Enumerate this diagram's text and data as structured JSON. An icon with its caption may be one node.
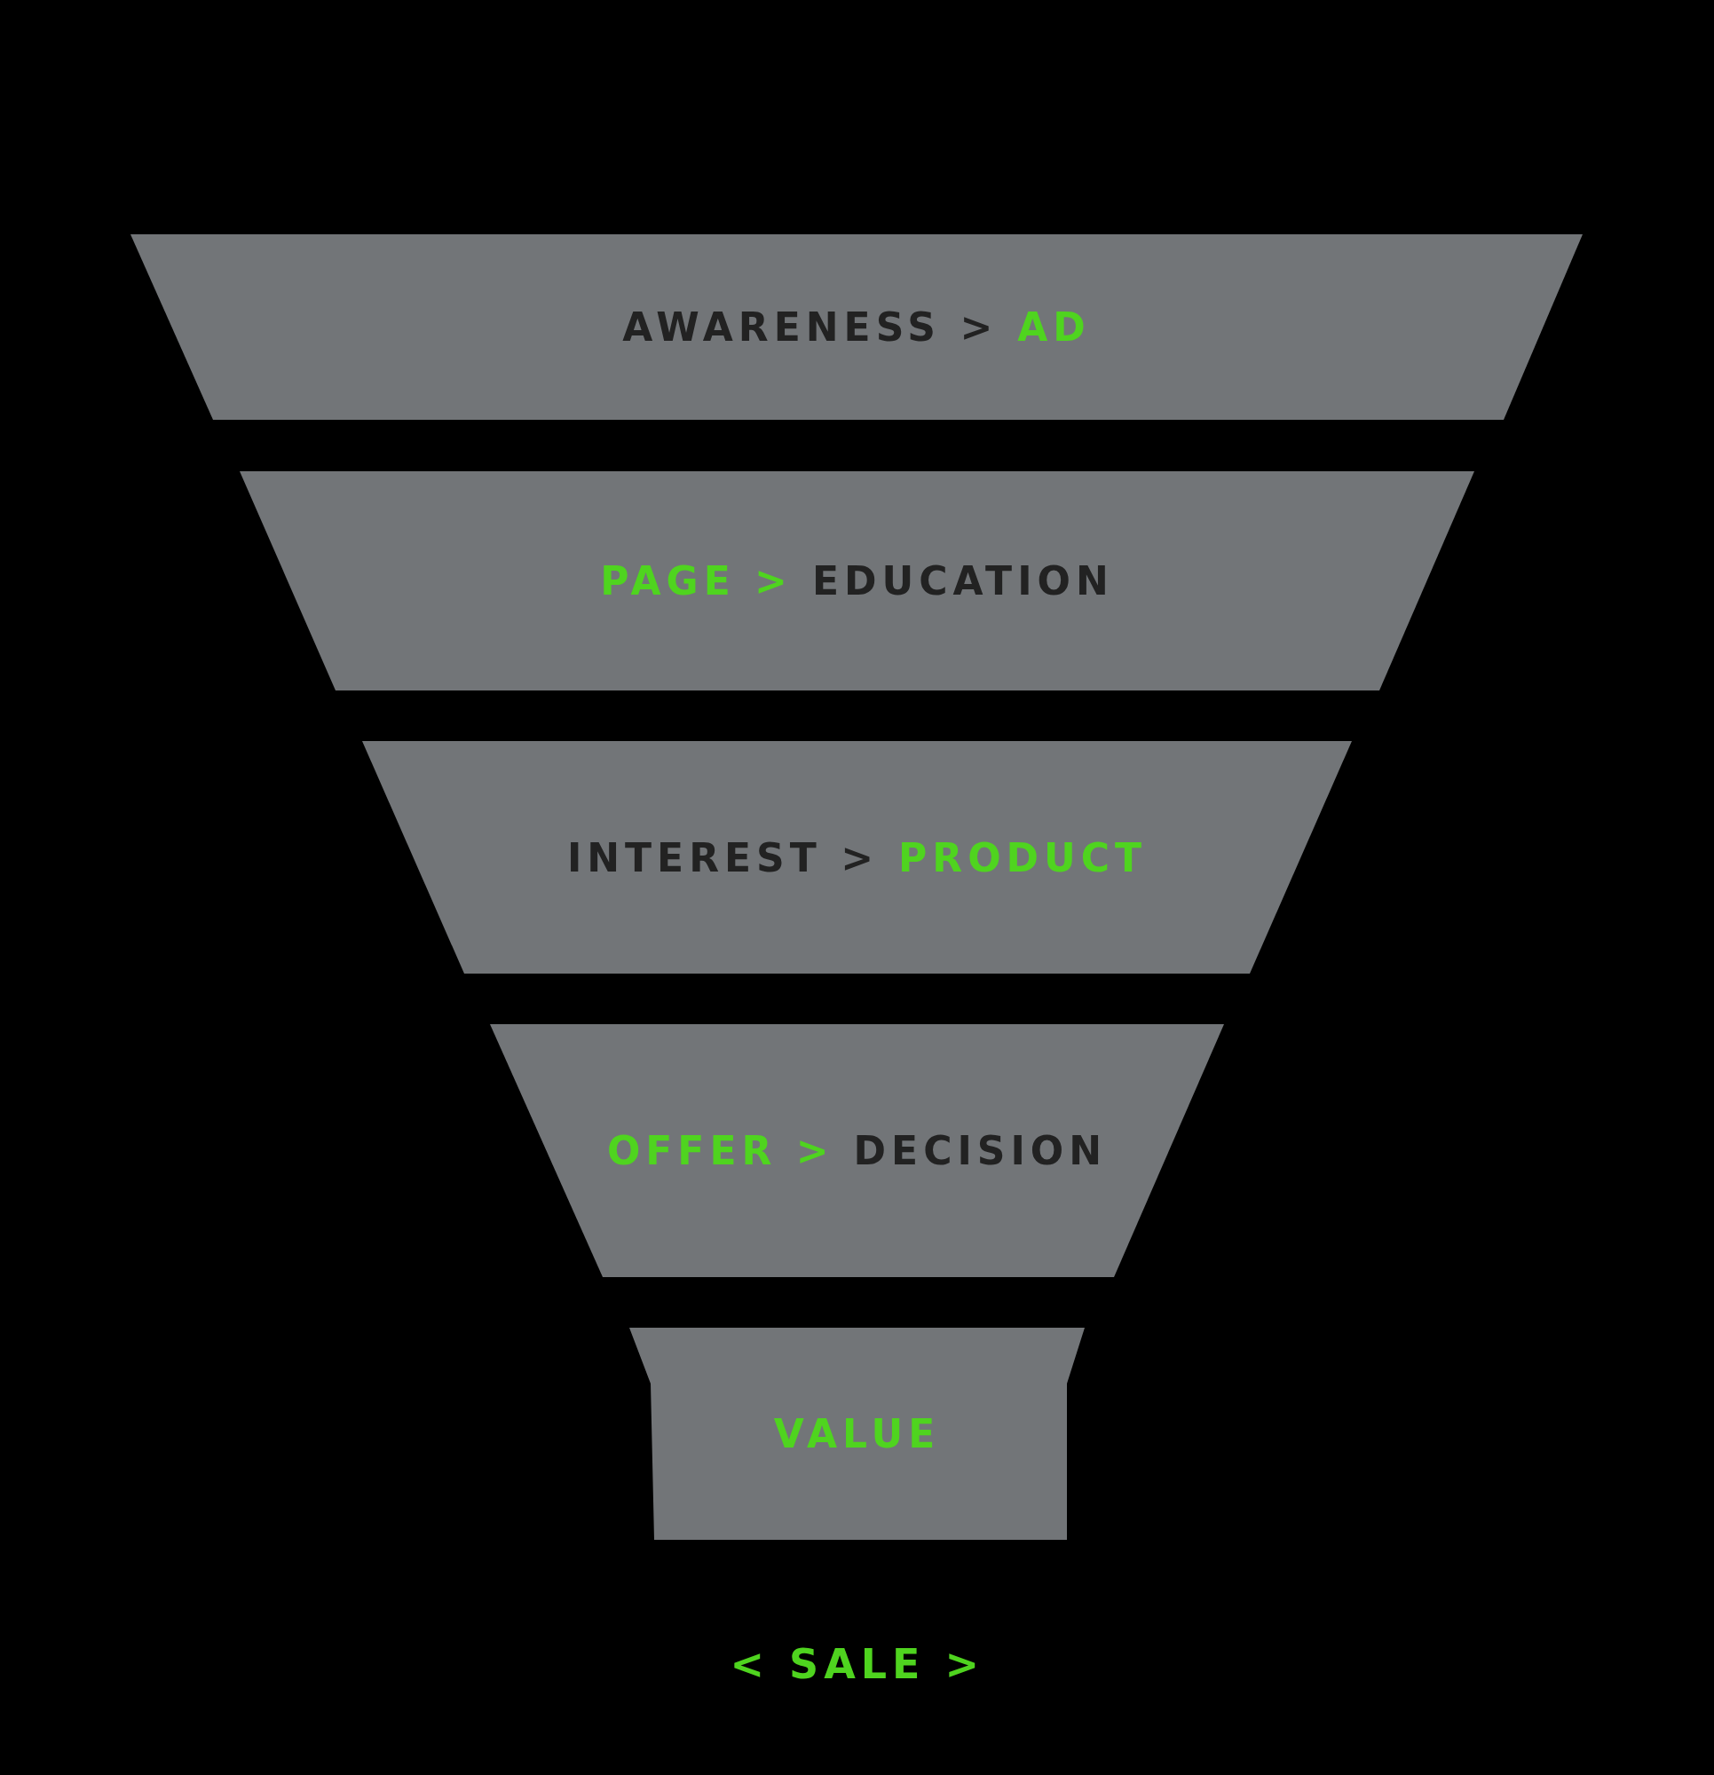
{
  "diagram": {
    "nodes": [
      {
        "text": [
          "AWARENESS >",
          "AD"
        ]
      },
      {
        "text": [
          "PAGE >",
          "EDUCATION"
        ]
      },
      {
        "text": [
          "INTEREST >",
          "PRODUCT"
        ]
      },
      {
        "text": [
          "OFFER >",
          "DECISION"
        ]
      },
      {
        "text": [
          "VALUE"
        ]
      }
    ],
    "edges": [],
    "labels": [
      "< SALE >"
    ]
  }
}
